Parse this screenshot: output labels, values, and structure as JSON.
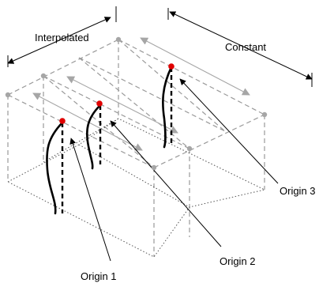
{
  "labels": {
    "interpolated": "Interpolated",
    "constant": "Constant",
    "origin1": "Origin 1",
    "origin2": "Origin 2",
    "origin3": "Origin 3"
  },
  "colors": {
    "origin_point": "#e00000",
    "grid_point": "#a6a6a6",
    "dash_line": "#9a9a9a",
    "inner_line": "#8c8c8c",
    "arrow": "#a6a6a6",
    "curve": "#000000"
  }
}
